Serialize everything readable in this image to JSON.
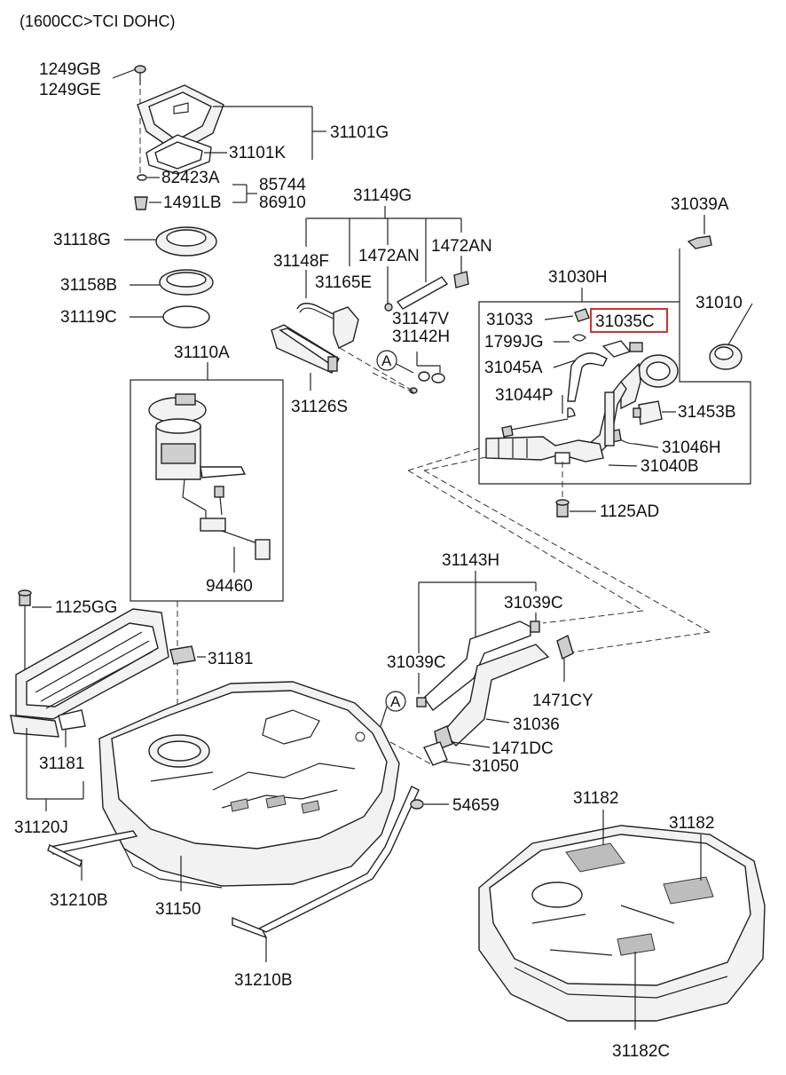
{
  "diagram": {
    "title": "(1600CC>TCI DOHC)",
    "highlight_color": "#d9302c",
    "labels": {
      "p1249GB": "1249GB",
      "p1249GE": "1249GE",
      "p31101G": "31101G",
      "p31101K": "31101K",
      "p82423A": "82423A",
      "p85744": "85744",
      "p1491LB": "1491LB",
      "p86910": "86910",
      "p31118G": "31118G",
      "p31158B": "31158B",
      "p31119C": "31119C",
      "p31110A": "31110A",
      "p94460": "94460",
      "p31149G": "31149G",
      "p31148F": "31148F",
      "p1472AN_a": "1472AN",
      "p1472AN_b": "1472AN",
      "p31165E": "31165E",
      "p31147V": "31147V",
      "p31142H": "31142H",
      "p31126S": "31126S",
      "p31039A": "31039A",
      "p31030H": "31030H",
      "p31010": "31010",
      "p31033": "31033",
      "p31035C": "31035C",
      "p1799JG": "1799JG",
      "p31045A": "31045A",
      "p31044P": "31044P",
      "p31453B": "31453B",
      "p31046H": "31046H",
      "p31040B": "31040B",
      "p1125AD": "1125AD",
      "p31143H": "31143H",
      "p31039C_a": "31039C",
      "p31039C_b": "31039C",
      "p1471CY": "1471CY",
      "p31036": "31036",
      "p1471DC": "1471DC",
      "p31050": "31050",
      "p1125GG": "1125GG",
      "p31181_a": "31181",
      "p31181_b": "31181",
      "p31120J": "31120J",
      "p54659": "54659",
      "p31210B_a": "31210B",
      "p31210B_b": "31210B",
      "p31150": "31150",
      "p31182_a": "31182",
      "p31182_b": "31182",
      "p31182C": "31182C",
      "callout_a1": "A",
      "callout_a2": "A"
    }
  }
}
